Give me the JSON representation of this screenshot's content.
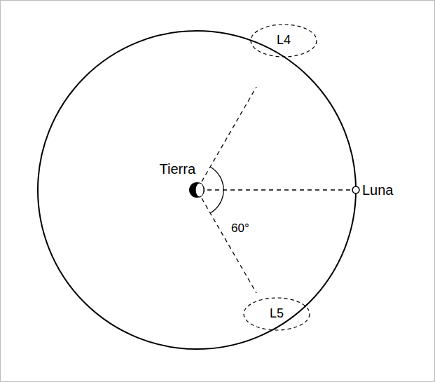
{
  "diagram": {
    "nodes": [
      {
        "text": [
          "L4"
        ]
      },
      {
        "text": [
          "L5"
        ]
      }
    ],
    "labels": [
      "Tierra",
      "Luna",
      "60°"
    ]
  }
}
